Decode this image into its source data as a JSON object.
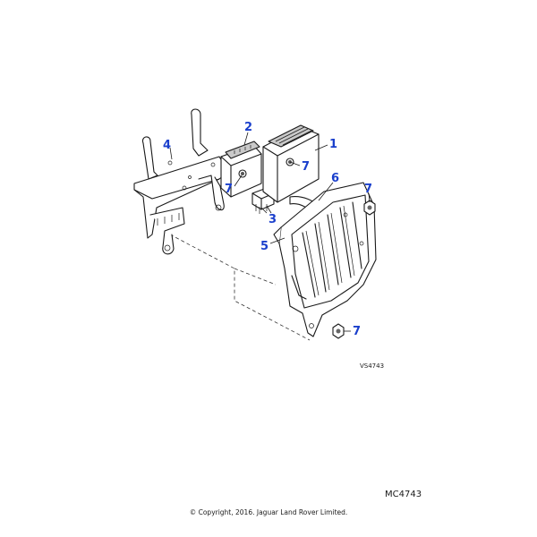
{
  "callouts": {
    "c1": "1",
    "c2": "2",
    "c3": "3",
    "c4": "4",
    "c5": "5",
    "c6": "6",
    "c7a": "7",
    "c7b": "7",
    "c7c": "7",
    "c7d": "7"
  },
  "illustration_code": "VS4743",
  "diagram_code": "MC4743",
  "copyright": "© Copyright, 2016. Jaguar Land Rover Limited.",
  "colors": {
    "callout": "#1a3fcc",
    "line": "#1a1a1a"
  }
}
